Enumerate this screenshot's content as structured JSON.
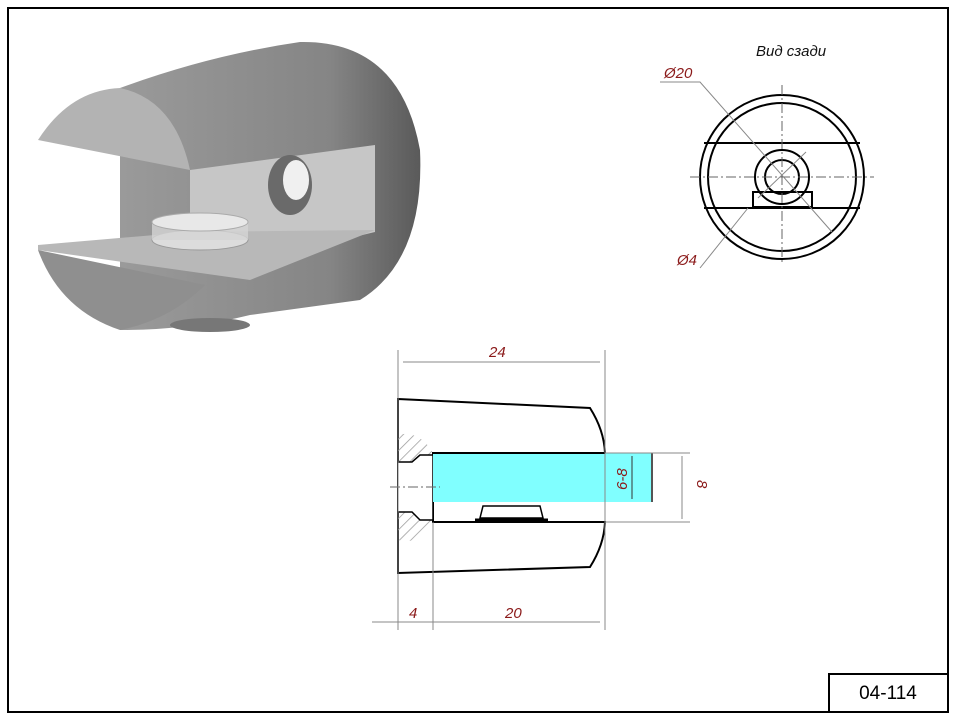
{
  "drawing": {
    "part_number": "04-114",
    "back_view_title": "Вид сзади",
    "dimensions": {
      "outer_diameter": "Ø20",
      "hole_diameter": "Ø4",
      "total_length": "24",
      "back_thickness": "4",
      "slot_depth": "20",
      "glass_thickness": "6-8",
      "slot_width": "8"
    },
    "colors": {
      "glass": "#80ffff",
      "dimension_text": "#8b1a1a",
      "body_render": "#8c8c8c"
    }
  }
}
